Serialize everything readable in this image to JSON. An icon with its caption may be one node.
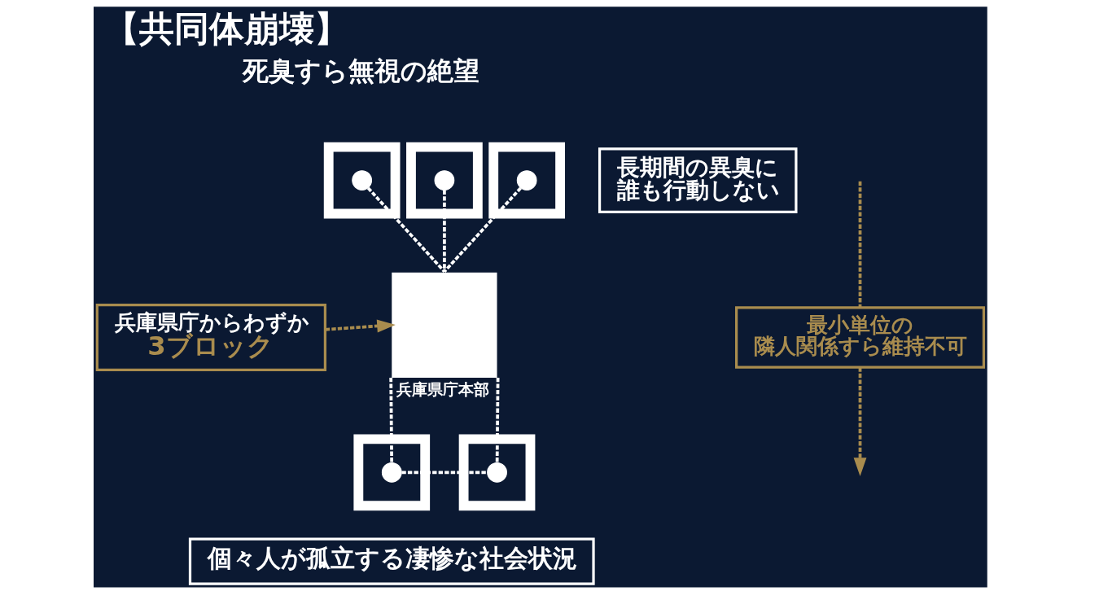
{
  "diagram": {
    "title": "【共同体崩壊】",
    "nodes": [
      {
        "text": [],
        "shape": "box"
      },
      {
        "text": [],
        "shape": "circle",
        "in": 0
      },
      {
        "text": [],
        "shape": "box"
      },
      {
        "text": [],
        "shape": "circle",
        "in": 2
      },
      {
        "text": [],
        "shape": "box"
      },
      {
        "text": [],
        "shape": "circle",
        "in": 4
      },
      {
        "text": [
          "長期間の異臭に誰も行動しない"
        ]
      },
      {
        "text": [
          "兵庫県庁からわずか",
          "3ブロック"
        ]
      },
      {
        "text": [],
        "shape": "box",
        "beside": [
          "兵庫県庁本部"
        ]
      },
      {
        "text": [
          "最小単位の隣人関係すら維持不可"
        ]
      },
      {
        "text": [],
        "shape": "box"
      },
      {
        "text": [],
        "shape": "circle",
        "in": 10
      },
      {
        "text": [],
        "shape": "box"
      },
      {
        "text": [],
        "shape": "circle",
        "in": 12
      },
      {
        "text": [
          "個々人が孤立する凄惨な社会状況"
        ]
      }
    ],
    "edges": [
      {
        "from": 1,
        "to": 8,
        "arrow": "none",
        "style": "dashed"
      },
      {
        "from": 3,
        "to": 8,
        "arrow": "none",
        "style": "dashed"
      },
      {
        "from": 5,
        "to": 8,
        "arrow": "none",
        "style": "dashed"
      },
      {
        "from": 7,
        "to": 8,
        "arrow": "to",
        "style": "dashed",
        "color": "#a98c4e"
      },
      {
        "from": null,
        "to": 9,
        "arrow": "none",
        "style": "dashed",
        "color": "#a98c4e"
      },
      {
        "from": 9,
        "to": null,
        "arrow": "to",
        "style": "dashed",
        "color": "#a98c4e"
      },
      {
        "from": 8,
        "to": 11,
        "arrow": "none",
        "style": "dashed"
      },
      {
        "from": 8,
        "to": 13,
        "arrow": "none",
        "style": "dashed"
      },
      {
        "from": 11,
        "to": 13,
        "arrow": "none",
        "style": "dashed"
      }
    ],
    "labels": [
      "死臭すら無視の絶望"
    ]
  }
}
